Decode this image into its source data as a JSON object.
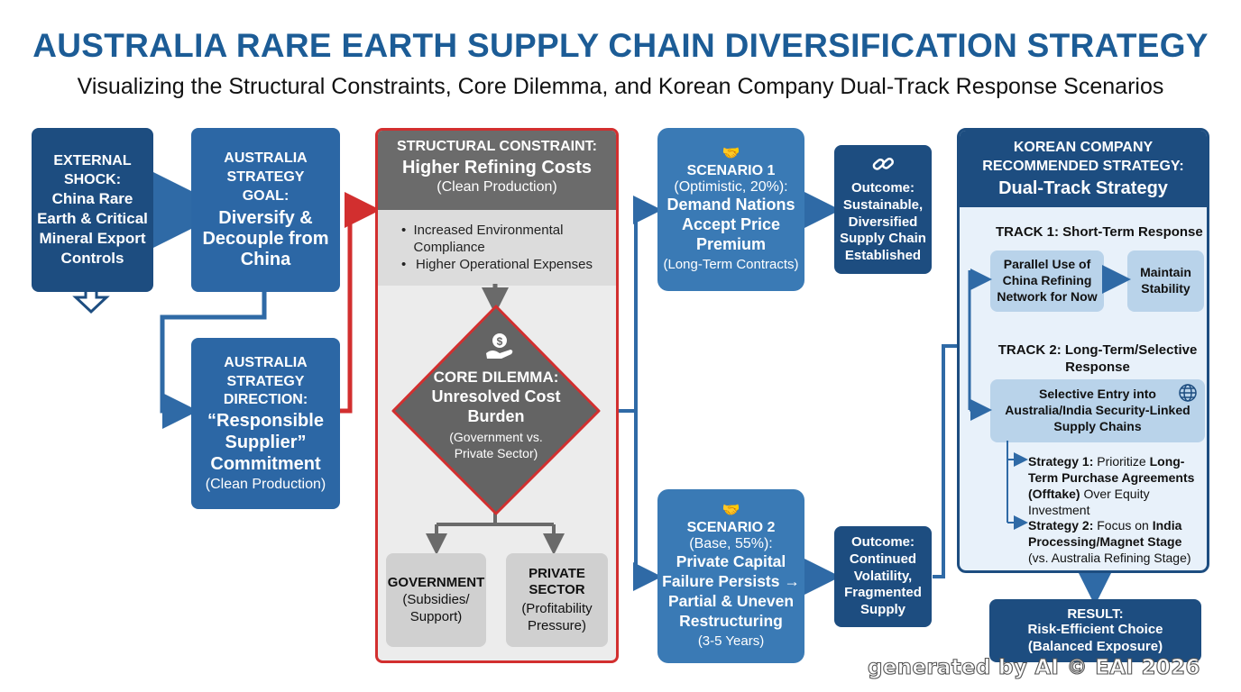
{
  "title": "AUSTRALIA RARE EARTH SUPPLY CHAIN DIVERSIFICATION STRATEGY",
  "subtitle": "Visualizing the Structural Constraints, Core Dilemma, and Korean Company Dual-Track Response Scenarios",
  "external_shock": {
    "label": "EXTERNAL SHOCK:",
    "text": "China Rare Earth & Critical Mineral Export Controls"
  },
  "goal": {
    "label": "AUSTRALIA STRATEGY GOAL:",
    "text": "Diversify & Decouple from China"
  },
  "direction": {
    "label": "AUSTRALIA STRATEGY DIRECTION:",
    "text": "“Responsible Supplier” Commitment",
    "note": "(Clean Production)"
  },
  "constraint": {
    "label": "STRUCTURAL CONSTRAINT:",
    "headline": "Higher Refining Costs",
    "note": "(Clean Production)",
    "bullets": [
      "Increased Environmental Compliance",
      "Higher Operational Expenses"
    ]
  },
  "dilemma": {
    "label": "CORE DILEMMA:",
    "text": "Unresolved Cost Burden",
    "note": "(Government vs. Private Sector)"
  },
  "government": {
    "label": "GOVERNMENT",
    "note": "(Subsidies/ Support)"
  },
  "private": {
    "label": "PRIVATE SECTOR",
    "note": "(Profitability Pressure)"
  },
  "scenario1": {
    "label": "SCENARIO 1",
    "prob": "(Optimistic, 20%):",
    "text": "Demand Nations Accept Price Premium",
    "note": "(Long-Term Contracts)"
  },
  "scenario2": {
    "label": "SCENARIO 2",
    "prob": "(Base, 55%):",
    "text": "Private Capital Failure Persists → Partial & Uneven Restructuring",
    "note": "(3-5 Years)"
  },
  "outcome1": "Outcome: Sustainable, Diversified Supply Chain Established",
  "outcome2": "Outcome: Continued Volatility, Fragmented Supply",
  "korean": {
    "label": "KOREAN COMPANY RECOMMENDED STRATEGY:",
    "headline": "Dual-Track Strategy",
    "track1": "TRACK 1: Short-Term Response",
    "track1_a": "Parallel Use of China Refining Network for Now",
    "track1_b": "Maintain Stability",
    "track2": "TRACK 2: Long-Term/Selective Response",
    "track2_a": "Selective Entry into Australia/India Security-Linked Supply Chains",
    "s1_prefix": "Strategy 1:",
    "s1_mid": " Prioritize ",
    "s1_bold": "Long-Term Purchase Agreements (Offtake)",
    "s1_tail": " Over Equity Investment",
    "s2_prefix": "Strategy 2:",
    "s2_mid": " Focus on ",
    "s2_bold": "India Processing/Magnet Stage",
    "s2_tail": "(vs. Australia Refining Stage)"
  },
  "result": {
    "label": "RESULT:",
    "text": "Risk-Efficient Choice (Balanced Exposure)"
  },
  "watermark": "generated by AI © EAI 2026",
  "colors": {
    "navy": "#1d4d80",
    "blue": "#2c67a5",
    "red": "#d22f2f",
    "grey": "#6e6e6e"
  }
}
